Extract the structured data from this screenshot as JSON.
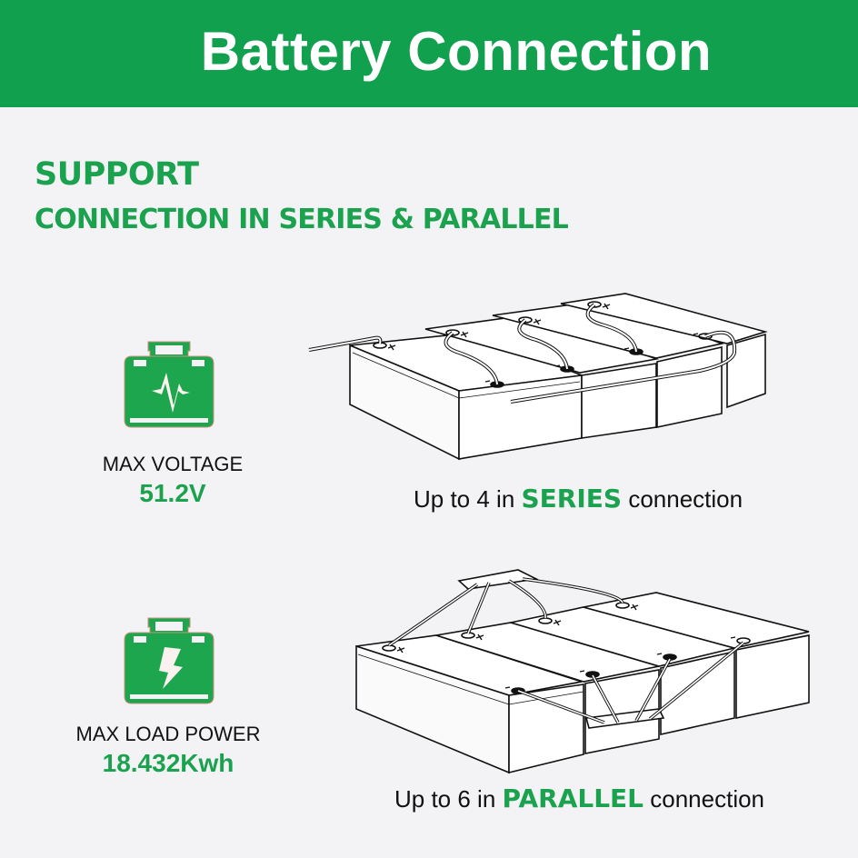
{
  "header": {
    "title": "Battery Connection",
    "background": "#11a04e"
  },
  "intro": {
    "line1": "SUPPORT",
    "line2": "CONNECTION IN SERIES & PARALLEL",
    "color": "#1ba24f"
  },
  "specs": [
    {
      "icon": "battery-pulse-icon",
      "label": "MAX VOLTAGE",
      "value": "51.2V"
    },
    {
      "icon": "battery-lightning-icon",
      "label": "MAX LOAD POWER",
      "value": "18.432Kwh"
    }
  ],
  "diagrams": [
    {
      "name": "series-diagram",
      "battery_count_shown": 4,
      "caption": {
        "prefix": "Up to 4 in ",
        "highlight": "SERIES",
        "suffix": " connection"
      }
    },
    {
      "name": "parallel-diagram",
      "battery_count_shown": 4,
      "caption": {
        "prefix": "Up to 6 in ",
        "highlight": "PARALLEL",
        "suffix": " connection"
      }
    }
  ]
}
